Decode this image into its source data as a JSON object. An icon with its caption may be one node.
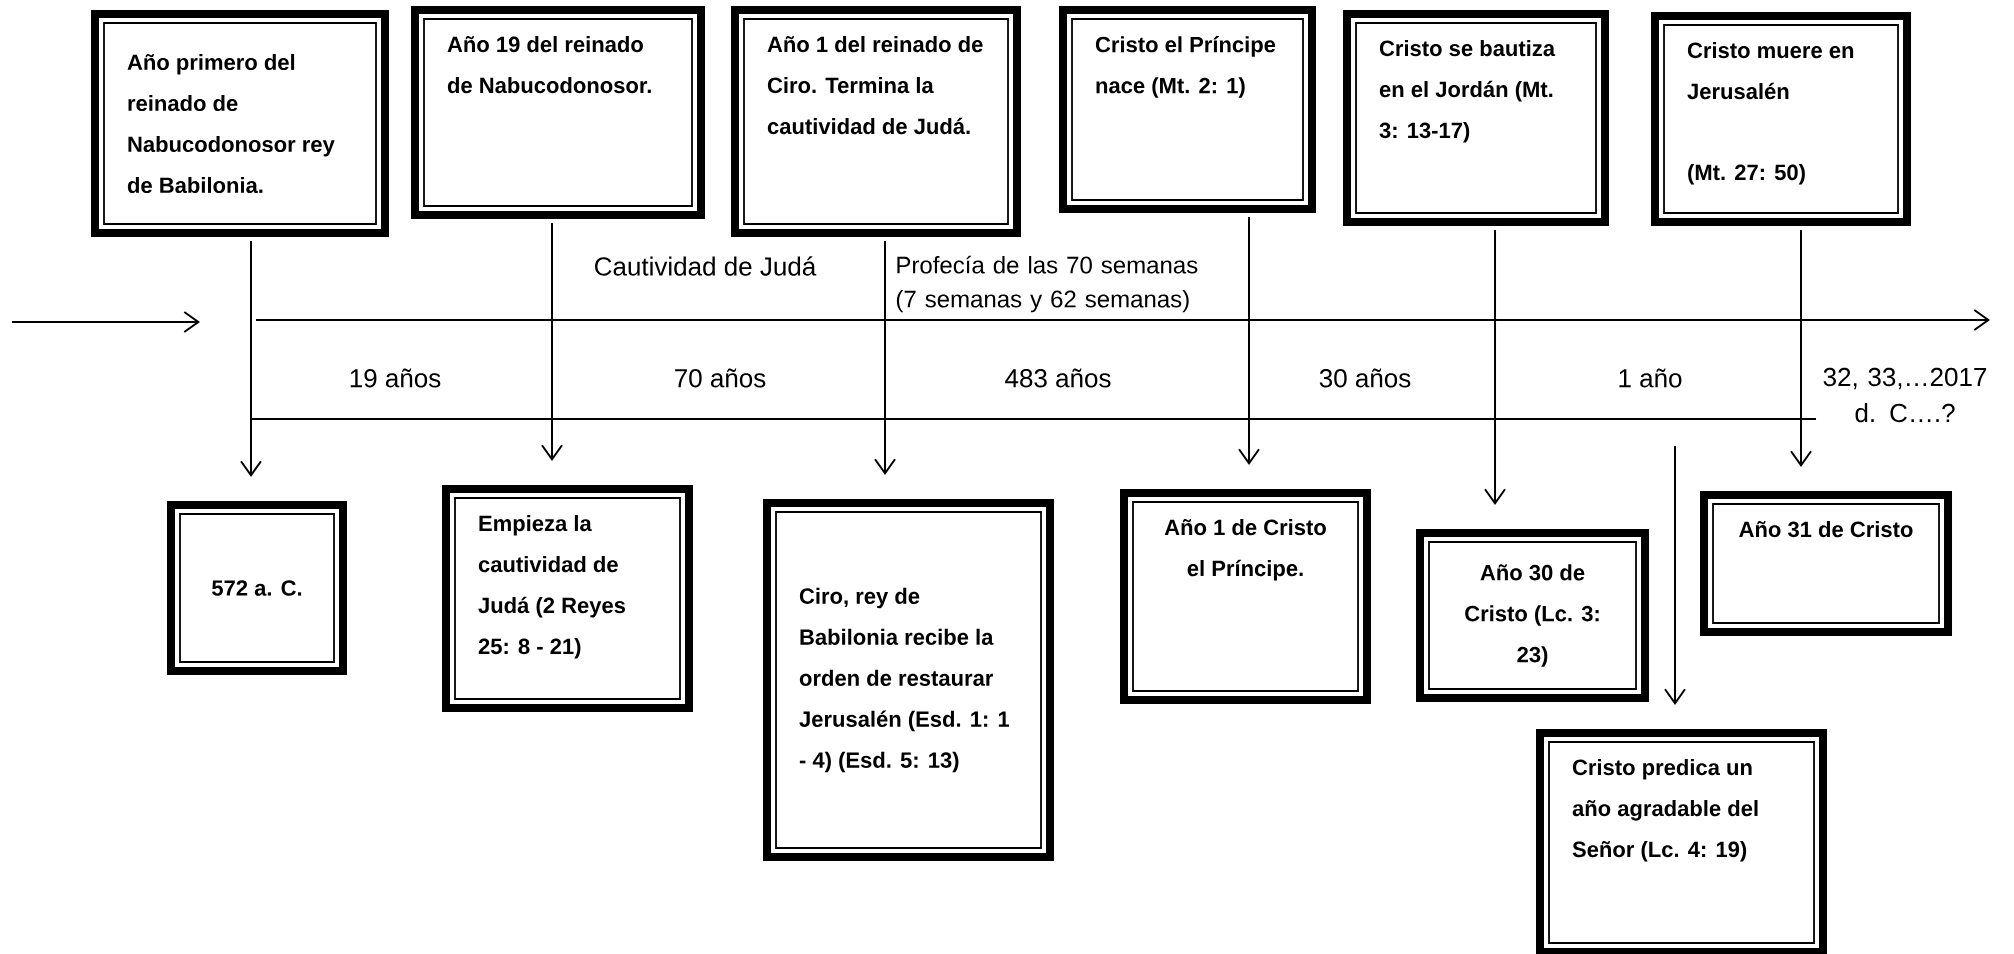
{
  "diagram": {
    "nodes": [
      {
        "text": [
          "Año primero del reinado de Nabucodonosor rey de Babilonia."
        ]
      },
      {
        "text": [
          "Año 19 del reinado de Nabucodonosor."
        ]
      },
      {
        "text": [
          "Año 1 del reinado de Ciro. Termina la cautividad de Judá."
        ]
      },
      {
        "text": [
          "Cristo el Príncipe nace (Mt. 2: 1)"
        ]
      },
      {
        "text": [
          "Cristo se bautiza en el Jordán (Mt. 3: 13-17)"
        ]
      },
      {
        "text": [
          "Cristo muere en Jerusalén",
          "(Mt. 27: 50)"
        ]
      },
      {
        "text": [
          "572 a. C."
        ]
      },
      {
        "text": [
          "Empieza la cautividad de Judá (2 Reyes 25: 8 - 21)"
        ]
      },
      {
        "text": [
          "Ciro, rey de Babilonia recibe la orden de restaurar Jerusalén (Esd. 1: 1 - 4) (Esd. 5: 13)"
        ]
      },
      {
        "text": [
          "Año 1 de Cristo el Príncipe."
        ]
      },
      {
        "text": [
          "Año 30 de Cristo (Lc. 3: 23)"
        ]
      },
      {
        "text": [
          "Año 31 de Cristo"
        ]
      },
      {
        "text": [
          "Cristo predica un año agradable del Señor (Lc. 4: 19)"
        ]
      }
    ],
    "edges": [
      {
        "from": 0,
        "to": 6,
        "arrow": "to"
      },
      {
        "from": 1,
        "to": 7,
        "arrow": "to"
      },
      {
        "from": 2,
        "to": 8,
        "arrow": "to"
      },
      {
        "from": 3,
        "to": 9,
        "arrow": "to"
      },
      {
        "from": 4,
        "to": 10,
        "arrow": "to"
      },
      {
        "from": 5,
        "to": 11,
        "arrow": "to"
      },
      {
        "from": null,
        "to": 12,
        "arrow": "to"
      }
    ],
    "labels": [
      "Cautividad de Judá",
      "Profecía de las 70 semanas (7 semanas y 62 semanas)",
      "19 años",
      "70 años",
      "483 años",
      "30 años",
      "1 año",
      "32, 33,…2017 d. C….?"
    ]
  }
}
